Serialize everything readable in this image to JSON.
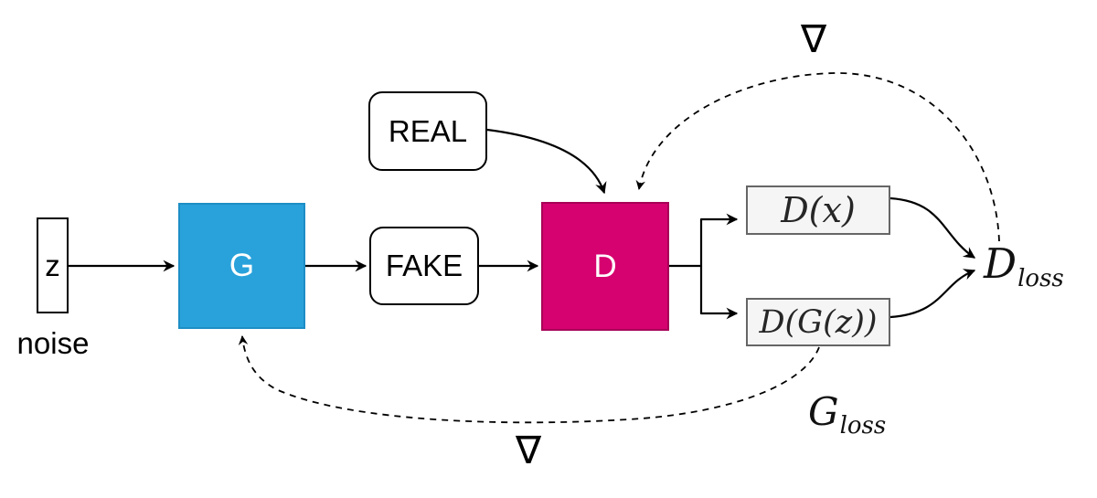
{
  "diagram": {
    "nodes": {
      "noise": {
        "label": "z",
        "caption": "noise"
      },
      "generator": {
        "label": "G"
      },
      "fake": {
        "label": "FAKE"
      },
      "real": {
        "label": "REAL"
      },
      "discriminator": {
        "label": "D"
      },
      "d_of_x": {
        "label": "D(x)"
      },
      "d_of_g_of_z": {
        "label": "D(G(z))"
      },
      "d_loss": {
        "main": "D",
        "sub": "loss"
      },
      "g_loss": {
        "main": "G",
        "sub": "loss"
      }
    },
    "symbols": {
      "nabla": "∇"
    },
    "colors": {
      "generator_fill": "#29A2DB",
      "generator_border": "#1D8EC5",
      "discriminator_fill": "#D6026F",
      "discriminator_border": "#A80158",
      "output_box_fill": "#F5F5F5",
      "output_box_border": "#666666",
      "pill_border": "#000000",
      "line": "#000000",
      "background": "#FFFFFF"
    }
  }
}
